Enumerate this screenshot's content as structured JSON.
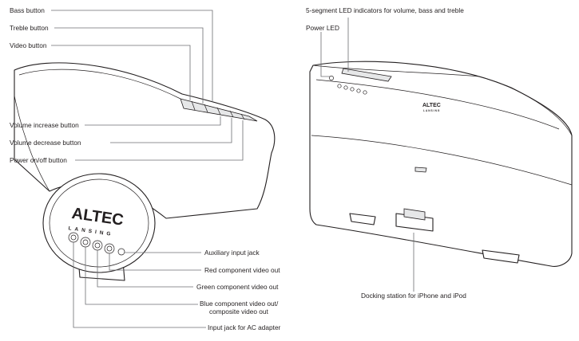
{
  "left_view": {
    "labels": {
      "bass": "Bass button",
      "treble": "Treble button",
      "video": "Video button",
      "vol_up": "Volume increase button",
      "vol_down": "Volume decrease button",
      "power": "Power on/off button",
      "aux": "Auxiliary input jack",
      "red": "Red component video out",
      "green": "Green component video out",
      "blue_1": "Blue component video out/",
      "blue_2": "composite video out",
      "ac": "Input jack for AC adapter"
    },
    "logo": {
      "brand": "ALTEC",
      "sub": "LANSING"
    }
  },
  "right_view": {
    "labels": {
      "led": "5-segment LED indicators for volume, bass and treble",
      "power_led": "Power LED",
      "dock": "Docking station for iPhone and iPod"
    },
    "logo": {
      "brand": "ALTEC",
      "sub": "LANSING"
    }
  }
}
